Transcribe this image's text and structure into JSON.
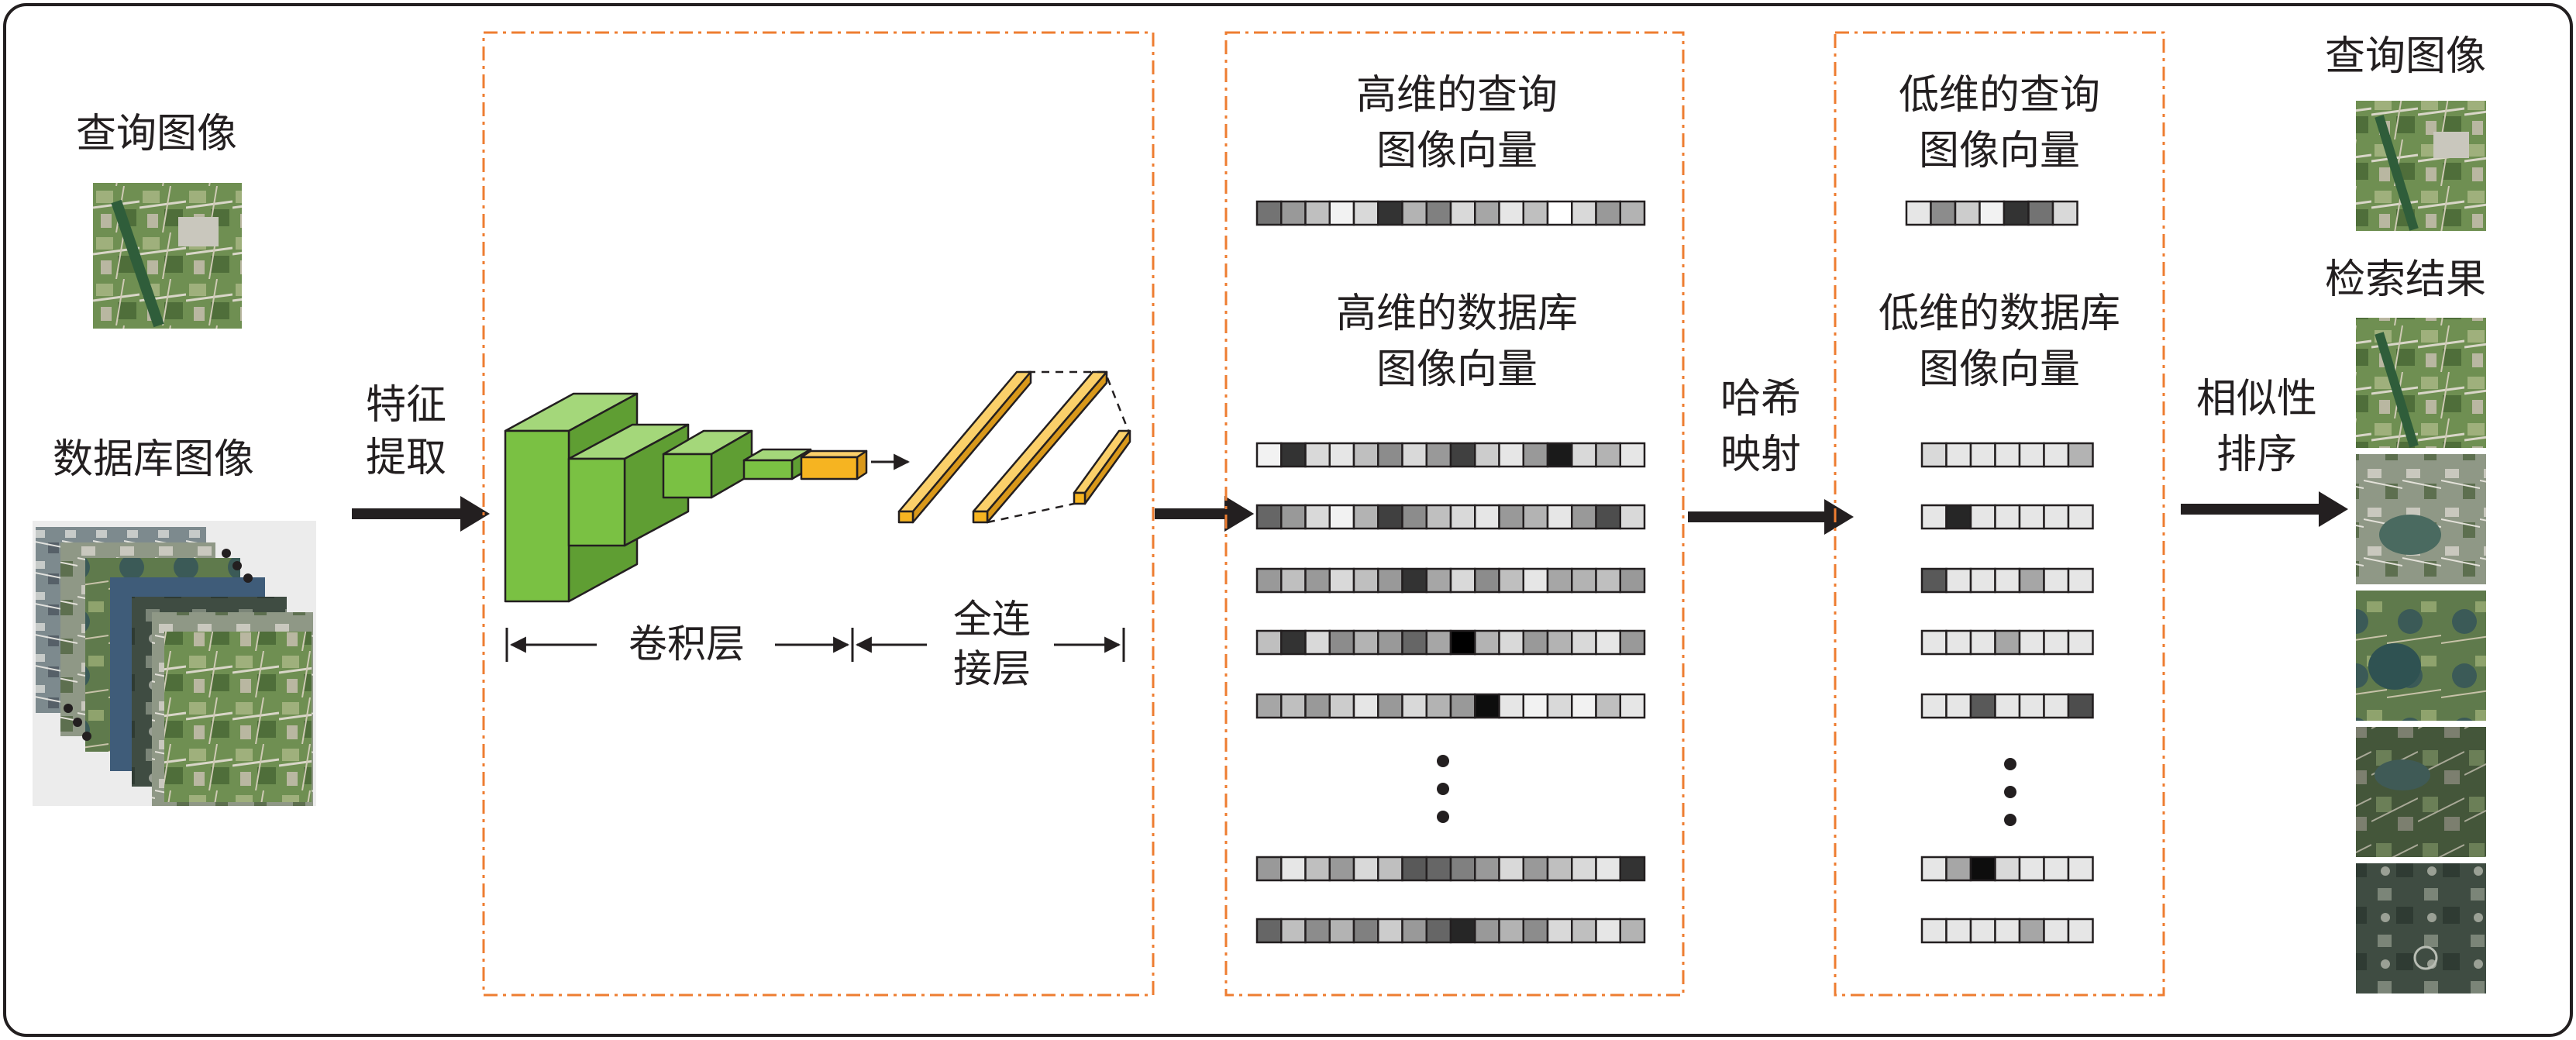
{
  "labels": {
    "query_image": "查询图像",
    "database_image": "数据库图像",
    "feature_extraction": [
      "特征",
      "提取"
    ],
    "conv_layer": "卷积层",
    "fc_layer": [
      "全连",
      "接层"
    ],
    "high_dim_query": [
      "高维的查询",
      "图像向量"
    ],
    "high_dim_database": [
      "高维的数据库",
      "图像向量"
    ],
    "hash_mapping": [
      "哈希",
      "映射"
    ],
    "low_dim_query": [
      "低维的查询",
      "图像向量"
    ],
    "low_dim_database": [
      "低维的数据库",
      "图像向量"
    ],
    "similarity_ranking": [
      "相似性",
      "排序"
    ],
    "result_query_image": "查询图像",
    "retrieval_results": "检索结果"
  },
  "colors": {
    "frame_border": "#231f20",
    "dashed_border": "#ee7d31",
    "arrow": "#231f20",
    "conv_green_front": "#7ac143",
    "conv_green_top": "#a4d77a",
    "conv_green_side": "#5f9e33",
    "fc_yellow_front": "#f6b421",
    "fc_yellow_top": "#fbd06a",
    "fc_yellow_side": "#d9981a"
  },
  "vectors": {
    "high_query": [
      0.45,
      0.6,
      0.75,
      0.95,
      0.85,
      0.2,
      0.7,
      0.5,
      0.85,
      0.65,
      0.9,
      0.75,
      1.0,
      0.85,
      0.6,
      0.7
    ],
    "high_database": [
      [
        0.95,
        0.2,
        0.85,
        0.9,
        0.75,
        0.55,
        0.85,
        0.6,
        0.25,
        0.8,
        0.9,
        0.6,
        0.1,
        0.85,
        0.7,
        0.9
      ],
      [
        0.4,
        0.6,
        0.85,
        0.95,
        0.7,
        0.25,
        0.55,
        0.75,
        0.85,
        0.9,
        0.6,
        0.7,
        0.9,
        0.6,
        0.3,
        0.85
      ],
      [
        0.6,
        0.75,
        0.6,
        0.85,
        0.75,
        0.6,
        0.2,
        0.65,
        0.85,
        0.55,
        0.75,
        0.9,
        0.65,
        0.7,
        0.75,
        0.6
      ],
      [
        0.75,
        0.2,
        0.85,
        0.55,
        0.7,
        0.6,
        0.4,
        0.65,
        0.0,
        0.7,
        0.85,
        0.6,
        0.7,
        0.85,
        0.9,
        0.6
      ],
      [
        0.65,
        0.75,
        0.6,
        0.8,
        0.9,
        0.6,
        0.85,
        0.7,
        0.6,
        0.05,
        0.9,
        0.95,
        0.85,
        0.95,
        0.75,
        0.9
      ],
      [
        0.6,
        0.9,
        0.75,
        0.6,
        0.85,
        0.75,
        0.35,
        0.4,
        0.5,
        0.6,
        0.85,
        0.6,
        0.75,
        0.85,
        0.9,
        0.2
      ],
      [
        0.4,
        0.75,
        0.55,
        0.7,
        0.5,
        0.8,
        0.6,
        0.4,
        0.15,
        0.6,
        0.7,
        0.55,
        0.85,
        0.75,
        0.9,
        0.7
      ]
    ],
    "low_query": [
      0.9,
      0.55,
      0.8,
      0.95,
      0.2,
      0.45,
      0.85
    ],
    "low_database": [
      [
        0.85,
        0.9,
        0.9,
        0.9,
        0.9,
        0.9,
        0.7
      ],
      [
        0.9,
        0.15,
        0.9,
        0.9,
        0.9,
        0.9,
        0.9
      ],
      [
        0.35,
        0.9,
        0.9,
        0.9,
        0.65,
        0.9,
        0.9
      ],
      [
        0.9,
        0.9,
        0.9,
        0.65,
        0.9,
        0.9,
        0.9
      ],
      [
        0.9,
        0.9,
        0.35,
        0.9,
        0.9,
        0.9,
        0.3
      ],
      [
        0.9,
        0.65,
        0.05,
        0.85,
        0.9,
        0.9,
        0.9
      ],
      [
        0.9,
        0.9,
        0.9,
        0.9,
        0.65,
        0.9,
        0.9
      ]
    ]
  }
}
